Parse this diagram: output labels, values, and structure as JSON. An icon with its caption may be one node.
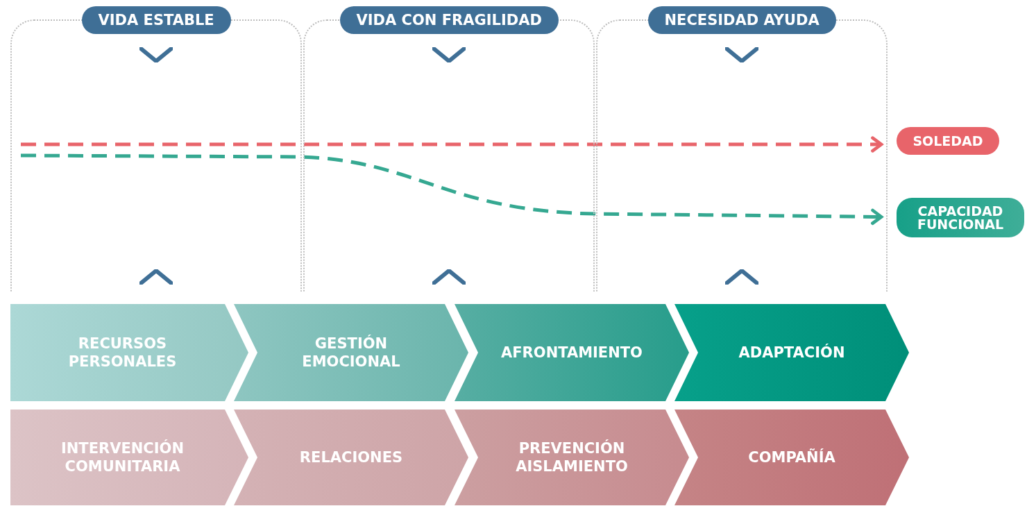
{
  "diagram": {
    "nodes": [
      {
        "text": [
          "VIDA ESTABLE"
        ]
      },
      {
        "text": [
          "VIDA CON FRAGILIDAD"
        ]
      },
      {
        "text": [
          "NECESIDAD AYUDA"
        ]
      },
      {
        "text": [
          "SOLEDAD"
        ]
      },
      {
        "text": [
          "CAPACIDAD FUNCIONAL"
        ]
      },
      {
        "text": [
          "RECURSOS PERSONALES"
        ]
      },
      {
        "text": [
          "GESTIÓN EMOCIONAL"
        ]
      },
      {
        "text": [
          "AFRONTAMIENTO"
        ]
      },
      {
        "text": [
          "ADAPTACIÓN"
        ]
      },
      {
        "text": [
          "INTERVENCIÓN COMUNITARIA"
        ]
      },
      {
        "text": [
          "RELACIONES"
        ]
      },
      {
        "text": [
          "PREVENCIÓN AISLAMIENTO"
        ]
      },
      {
        "text": [
          "COMPAÑÍA"
        ]
      }
    ],
    "edges": [
      {
        "from": null,
        "to": 3,
        "arrow": "to",
        "style": "dashed",
        "color": "#e8646a"
      },
      {
        "from": null,
        "to": 4,
        "arrow": "to",
        "style": "dashed",
        "color": "#35a891"
      }
    ]
  }
}
